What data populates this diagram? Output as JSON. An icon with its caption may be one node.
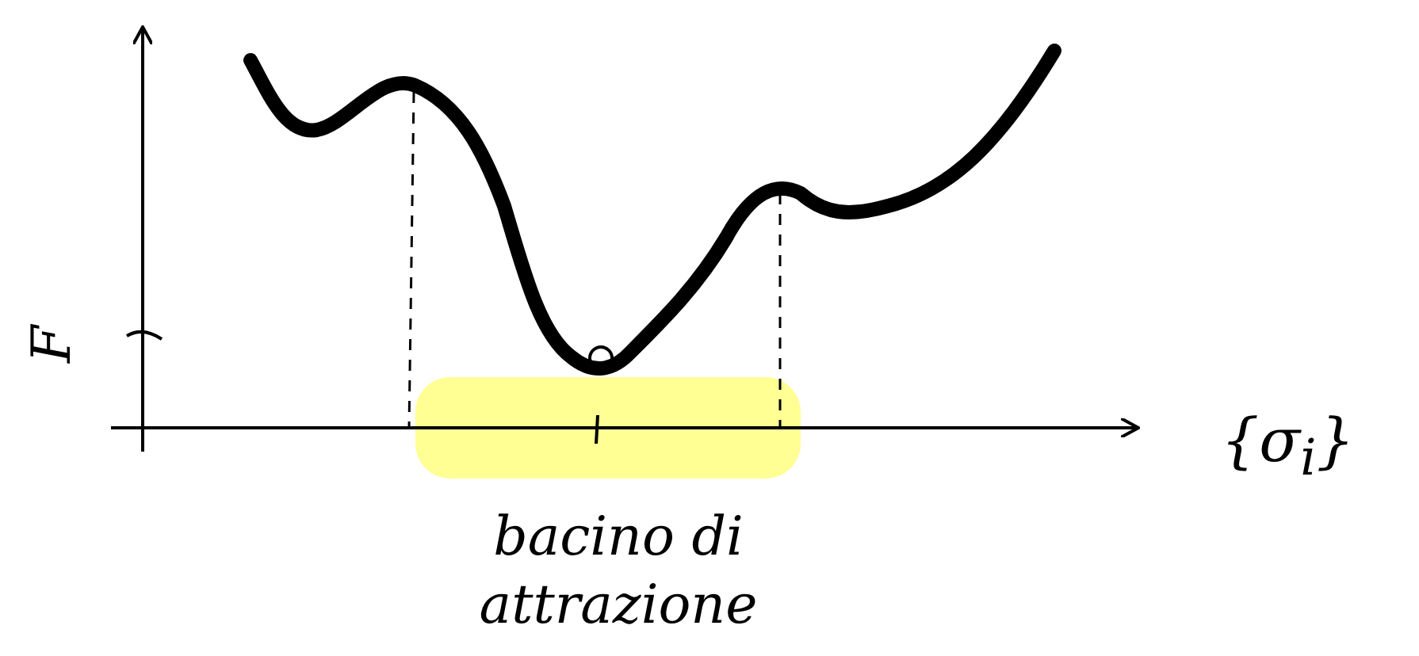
{
  "diagram": {
    "labels": [
      "F",
      "{σ$_{i}$}",
      "bacino di attrazione"
    ]
  }
}
